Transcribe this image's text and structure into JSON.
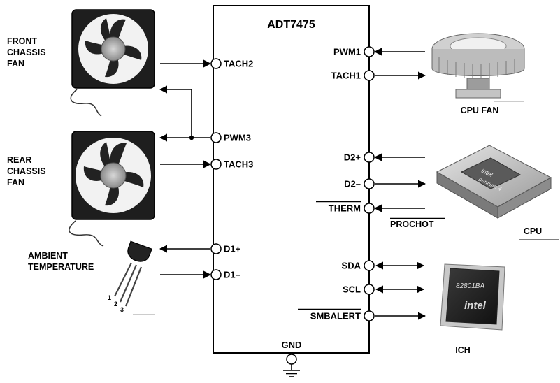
{
  "chip": {
    "title": "ADT7475",
    "gnd_label": "GND"
  },
  "pins_left": [
    {
      "id": "tach2",
      "label": "TACH2"
    },
    {
      "id": "pwm3",
      "label": "PWM3"
    },
    {
      "id": "tach3",
      "label": "TACH3"
    },
    {
      "id": "d1p",
      "label": "D1+"
    },
    {
      "id": "d1m",
      "label": "D1–"
    }
  ],
  "pins_right": [
    {
      "id": "pwm1",
      "label": "PWM1"
    },
    {
      "id": "tach1",
      "label": "TACH1"
    },
    {
      "id": "d2p",
      "label": "D2+"
    },
    {
      "id": "d2m",
      "label": "D2–"
    },
    {
      "id": "therm",
      "label": "THERM",
      "overline": true
    },
    {
      "id": "sda",
      "label": "SDA"
    },
    {
      "id": "scl",
      "label": "SCL"
    },
    {
      "id": "smbalert",
      "label": "SMBALERT",
      "overline": true
    }
  ],
  "devices": {
    "front_fan": [
      "FRONT",
      "CHASSIS",
      "FAN"
    ],
    "rear_fan": [
      "REAR",
      "CHASSIS",
      "FAN"
    ],
    "ambient": [
      "AMBIENT",
      "TEMPERATURE"
    ],
    "sensor_pins": [
      "1",
      "2",
      "3"
    ],
    "cpu_fan": "CPU FAN",
    "cpu": "CPU",
    "prochot": "PROCHOT",
    "ich": "ICH",
    "cpu_marking": [
      "intel",
      "pentium 4"
    ],
    "ich_marking": [
      "82801BA",
      "intel"
    ]
  }
}
